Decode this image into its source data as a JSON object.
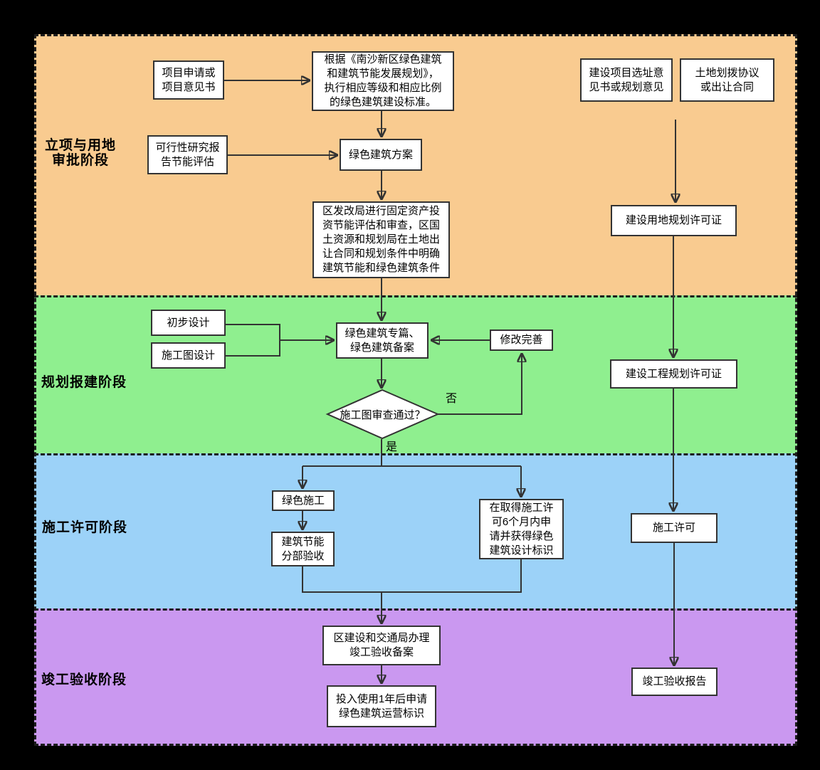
{
  "stages": [
    {
      "label": "立项与用地\n审批阶段"
    },
    {
      "label": "规划报建阶段"
    },
    {
      "label": "施工许可阶段"
    },
    {
      "label": "竣工验收阶段"
    }
  ],
  "nodes": {
    "project_application": "项目申请或\n项目意见书",
    "plan_basis": "根据《南沙新区绿色建筑\n和建筑节能发展规划》，\n执行相应等级和相应比例\n的绿色建筑建设标准。",
    "feasibility": "可行性研究报\n告节能评估",
    "green_scheme": "绿色建筑方案",
    "dev_reform_review": "区发改局进行固定资产投\n资节能评估和审查，区国\n土资源和规划局在土地出\n让合同和规划条件中明确\n建筑节能和绿色建筑条件",
    "site_selection": "建设项目选址意\n见书或规划意见",
    "land_transfer": "土地划拨协议\n或出让合同",
    "land_use_permit": "建设用地规划许可证",
    "preliminary_design": "初步设计",
    "construction_drawing_design": "施工图设计",
    "green_special_chapter": "绿色建筑专篇、\n绿色建筑备案",
    "revise_improve": "修改完善",
    "drawing_review_decision": "施工图审查通过？",
    "project_planning_permit": "建设工程规划许可证",
    "green_construction": "绿色施工",
    "energy_acceptance": "建筑节能\n分部验收",
    "design_label_6months": "在取得施工许\n可6个月内申\n请并获得绿色\n建筑设计标识",
    "construction_permit": "施工许可",
    "completion_record": "区建设和交通局办理\n竣工验收备案",
    "operation_label": "投入使用1年后申请\n绿色建筑运营标识",
    "completion_report": "竣工验收报告"
  },
  "edge_labels": {
    "no": "否",
    "yes": "是"
  },
  "colors": {
    "stage1_bg": "#F9CB90",
    "stage2_bg": "#8FEF8F",
    "stage3_bg": "#9CD2F8",
    "stage4_bg": "#CA98F0",
    "line": "#333333",
    "node_bg": "#FFFFFF",
    "outer_bg": "#000000"
  }
}
